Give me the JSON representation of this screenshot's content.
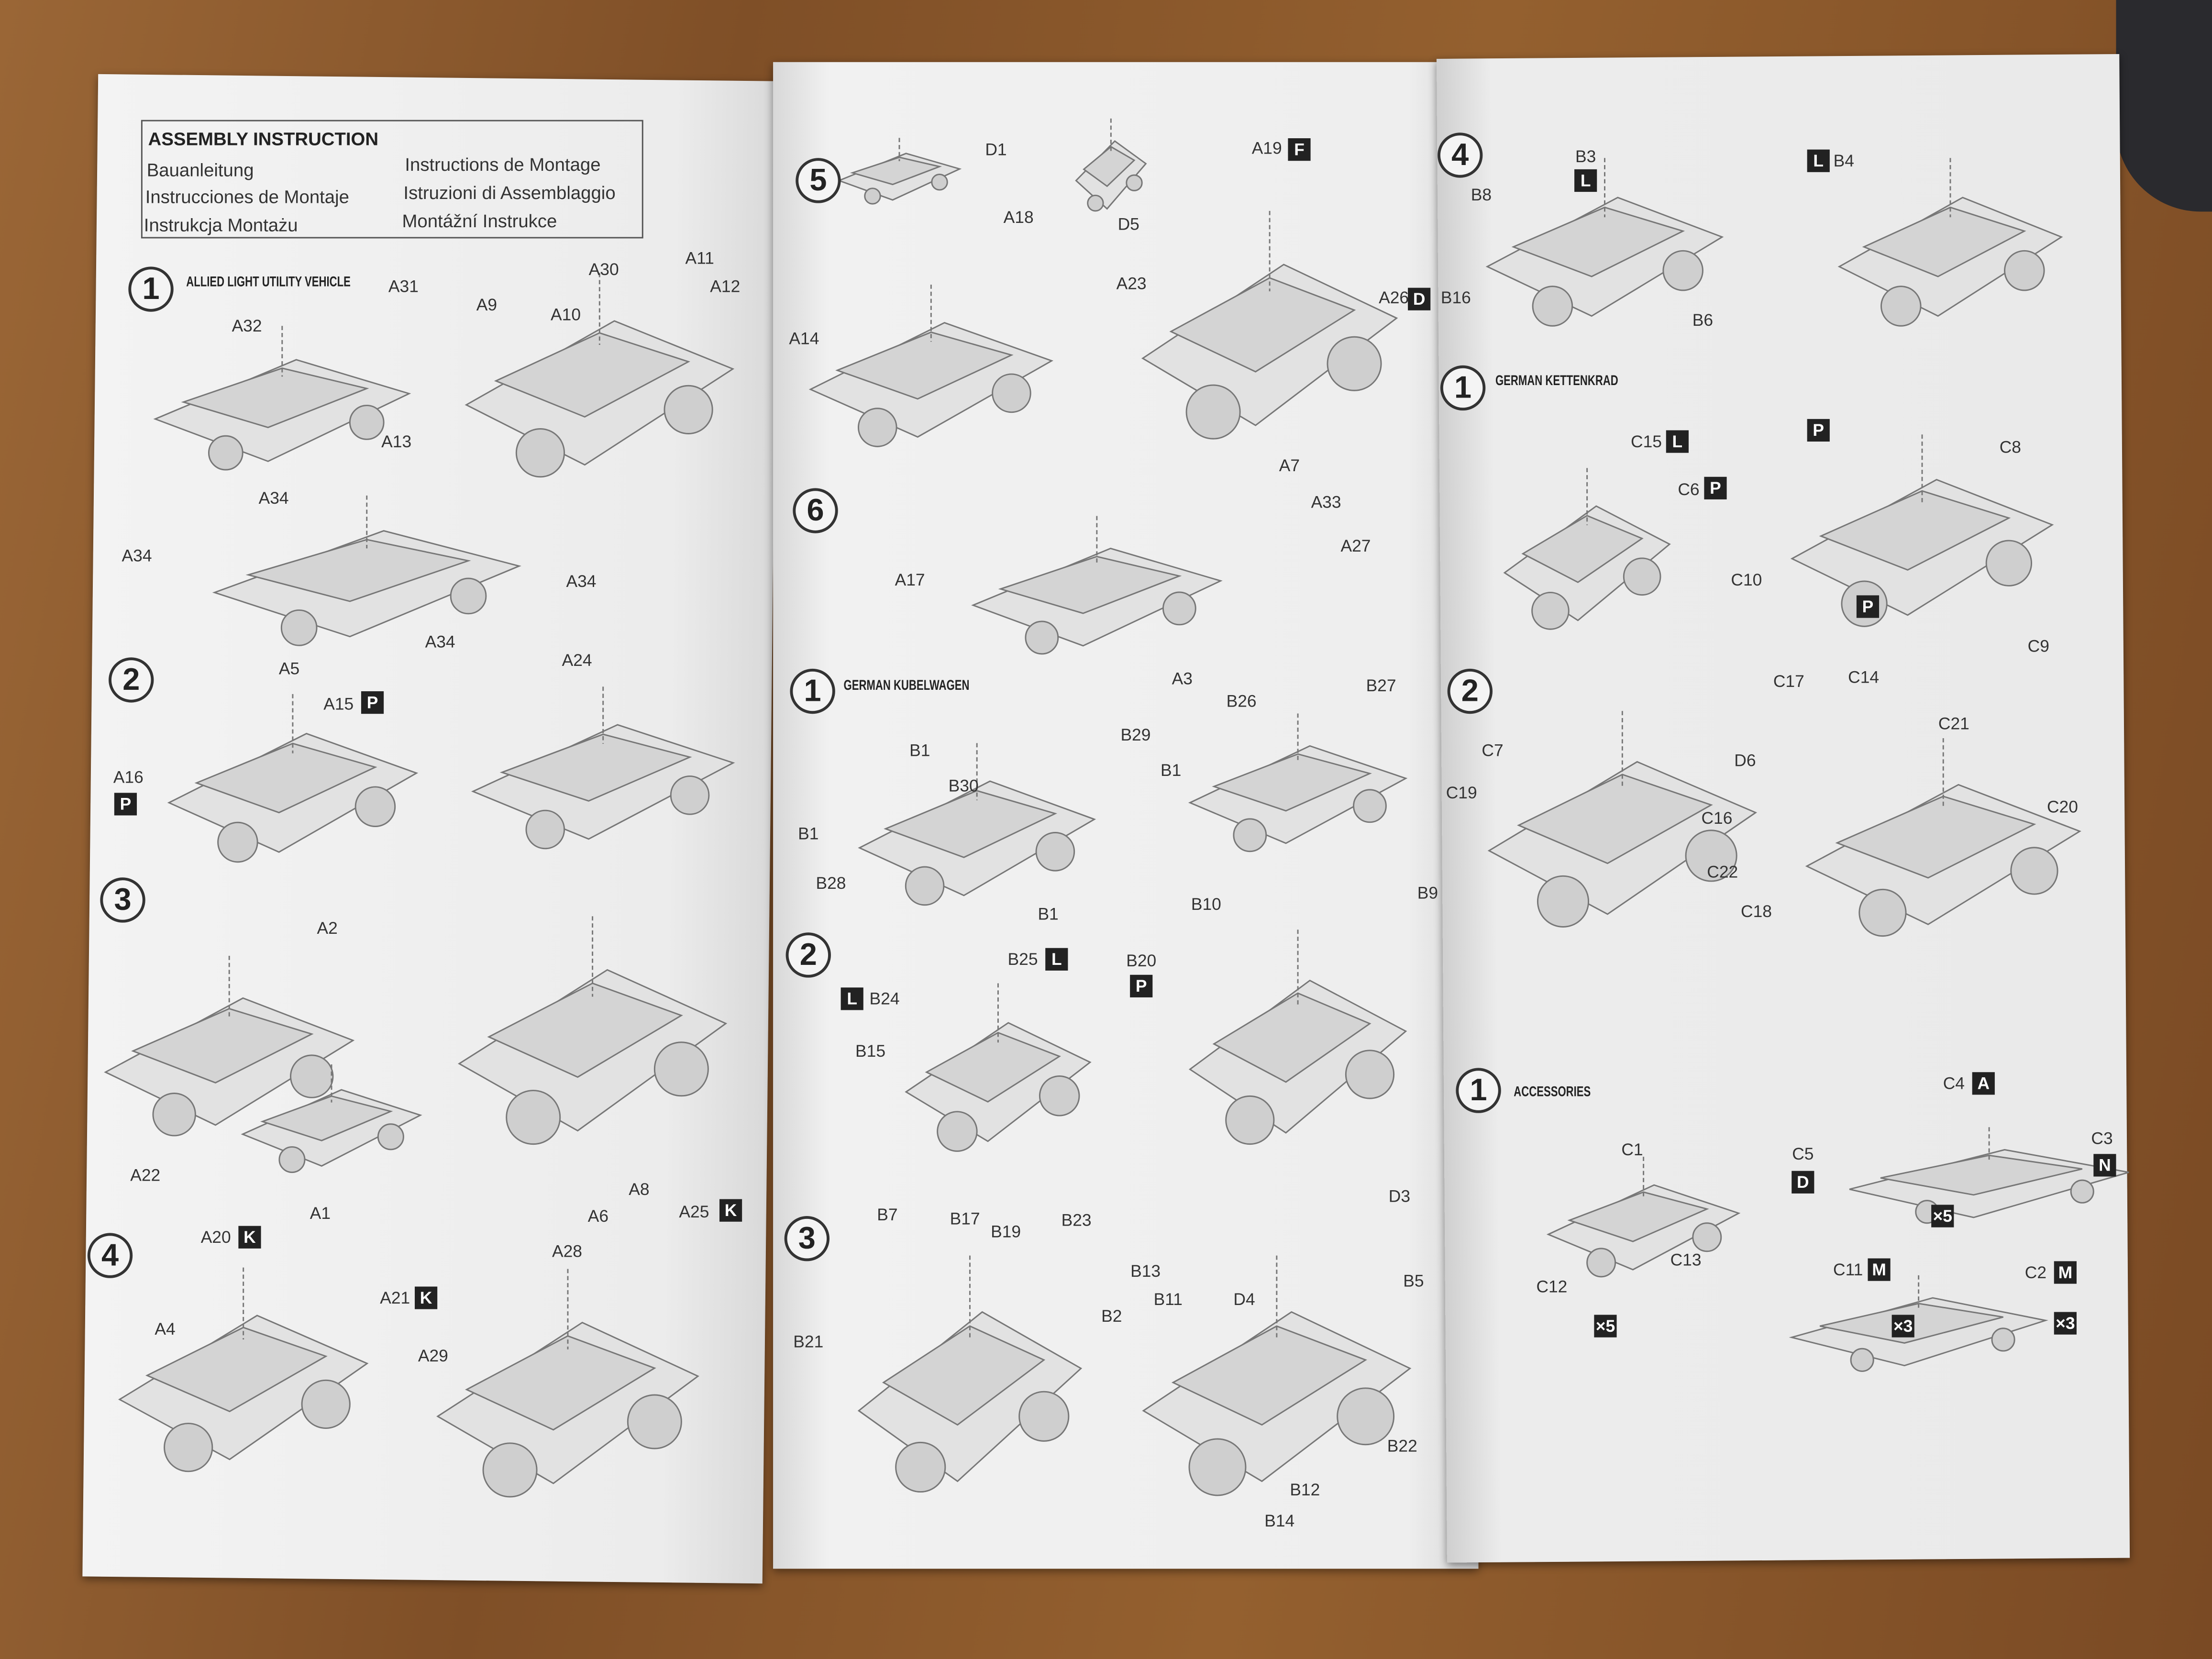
{
  "header": {
    "title": "ASSEMBLY INSTRUCTION",
    "languages": [
      "Bauanleitung",
      "Instrucciones de Montaje",
      "Instrukcja Montażu",
      "Instructions de Montage",
      "Istruzioni di Assemblaggio",
      "Montážní Instrukce"
    ]
  },
  "sections": [
    "ALLIED LIGHT UTILITY VEHICLE",
    "GERMAN KUBELWAGEN",
    "GERMAN KETTENKRAD",
    "ACCESSORIES"
  ],
  "steps": [
    "1",
    "2",
    "3",
    "4",
    "5",
    "6",
    "1",
    "2",
    "3",
    "4",
    "1",
    "2",
    "1"
  ],
  "part_labels": [
    "A32",
    "A31",
    "A13",
    "A9",
    "A10",
    "A30",
    "A11",
    "A12",
    "A34",
    "A34",
    "A34",
    "A34",
    "A5",
    "A15",
    "A16",
    "A24",
    "A2",
    "A22",
    "A1",
    "A20",
    "A21",
    "A4",
    "A28",
    "A6",
    "A8",
    "A25",
    "A29",
    "D1",
    "A18",
    "A14",
    "D5",
    "A19",
    "A23",
    "A26",
    "A7",
    "A33",
    "A27",
    "A17",
    "A3",
    "B1",
    "B29",
    "B1",
    "B30",
    "B1",
    "B28",
    "B1",
    "B26",
    "B27",
    "B25",
    "B20",
    "B24",
    "B15",
    "B10",
    "B9",
    "B7",
    "B17",
    "B19",
    "B23",
    "B21",
    "B2",
    "B13",
    "B11",
    "D4",
    "D3",
    "B5",
    "B22",
    "B12",
    "B14",
    "B3",
    "B8",
    "B16",
    "B6",
    "B4",
    "C15",
    "C6",
    "C10",
    "C8",
    "C9",
    "C7",
    "C19",
    "D6",
    "C16",
    "C22",
    "C17",
    "C14",
    "C21",
    "C18",
    "C20",
    "C1",
    "C12",
    "C13",
    "C4",
    "C5",
    "C3",
    "C11",
    "C2"
  ],
  "badges": [
    "P",
    "P",
    "K",
    "K",
    "K",
    "F",
    "D",
    "P",
    "L",
    "L",
    "L",
    "L",
    "L",
    "P",
    "P",
    "P",
    "A",
    "D",
    "N",
    "M",
    "M",
    "×5",
    "×5",
    "×3",
    "×3"
  ]
}
